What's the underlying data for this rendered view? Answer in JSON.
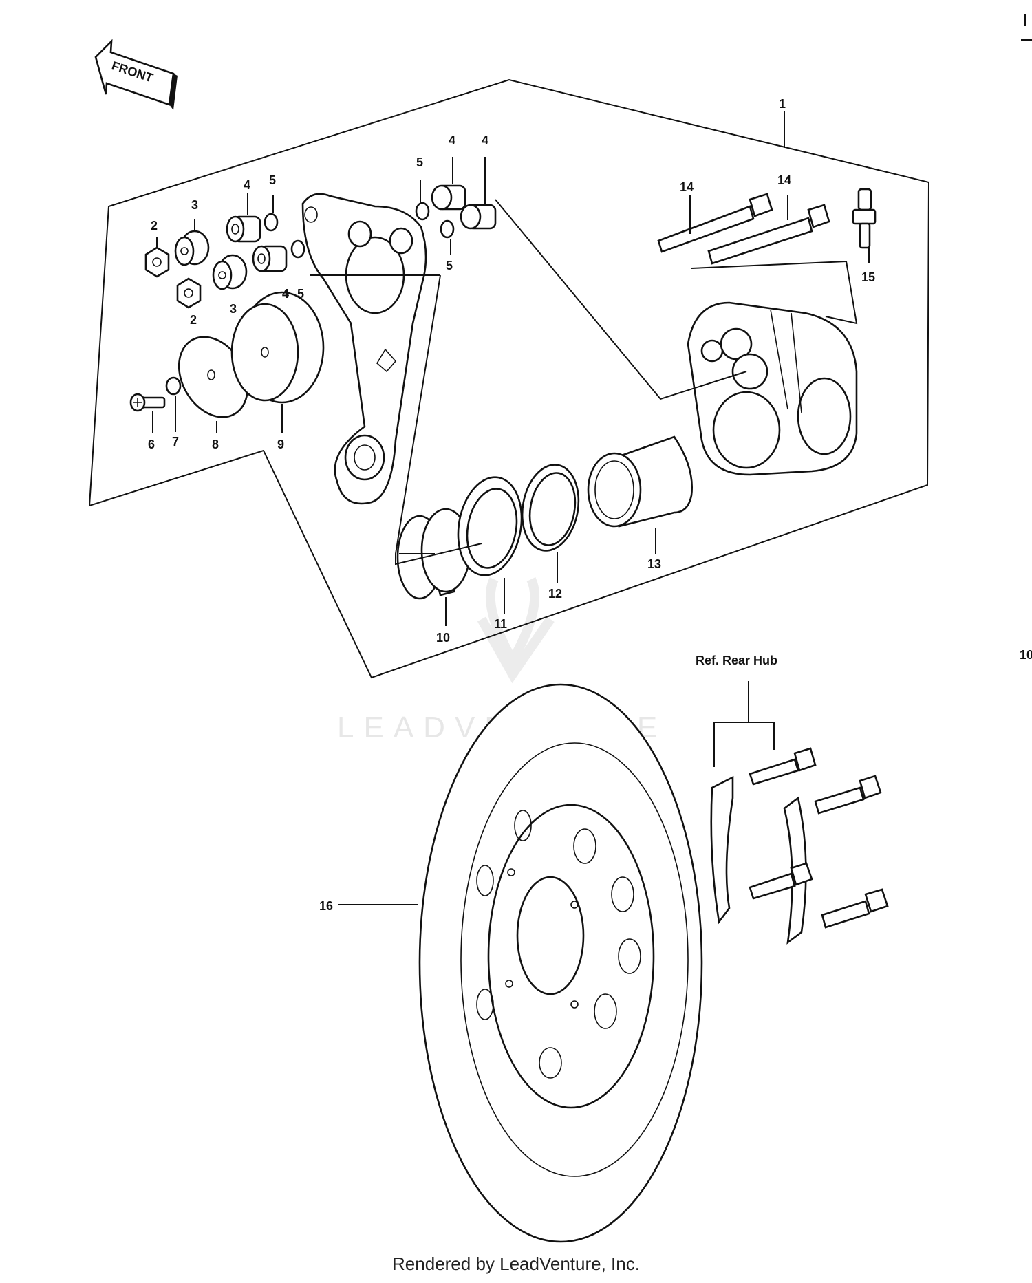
{
  "front_label": "FRONT",
  "ref_label": "Ref. Rear Hub",
  "watermark": "LEADVENTURE",
  "footer": "Rendered by LeadVenture, Inc.",
  "page_marker": "10",
  "callouts": {
    "c1": "1",
    "c2a": "2",
    "c2b": "2",
    "c3a": "3",
    "c3b": "3",
    "c4a": "4",
    "c4b": "4",
    "c4c": "4",
    "c4d": "4",
    "c5a": "5",
    "c5b": "5",
    "c5c": "5",
    "c5d": "5",
    "c6": "6",
    "c7": "7",
    "c8": "8",
    "c9": "9",
    "c10": "10",
    "c11": "11",
    "c12": "12",
    "c13": "13",
    "c14a": "14",
    "c14b": "14",
    "c15": "15",
    "c16": "16"
  }
}
